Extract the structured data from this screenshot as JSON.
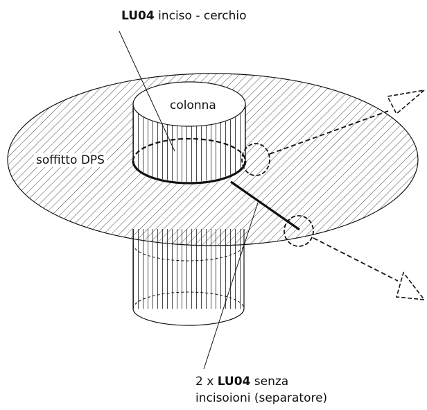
{
  "labels": {
    "top": {
      "code": "LU04",
      "rest": " inciso - cerchio"
    },
    "column": "colonna",
    "ceiling": "soffitto DPS",
    "bottom": {
      "prefix": "2 x ",
      "code": "LU04",
      "rest": " senza",
      "line2": "incisoioni (separatore)"
    }
  },
  "colors": {
    "line": "#111111",
    "hatch": "#333333",
    "background": "#ffffff"
  }
}
